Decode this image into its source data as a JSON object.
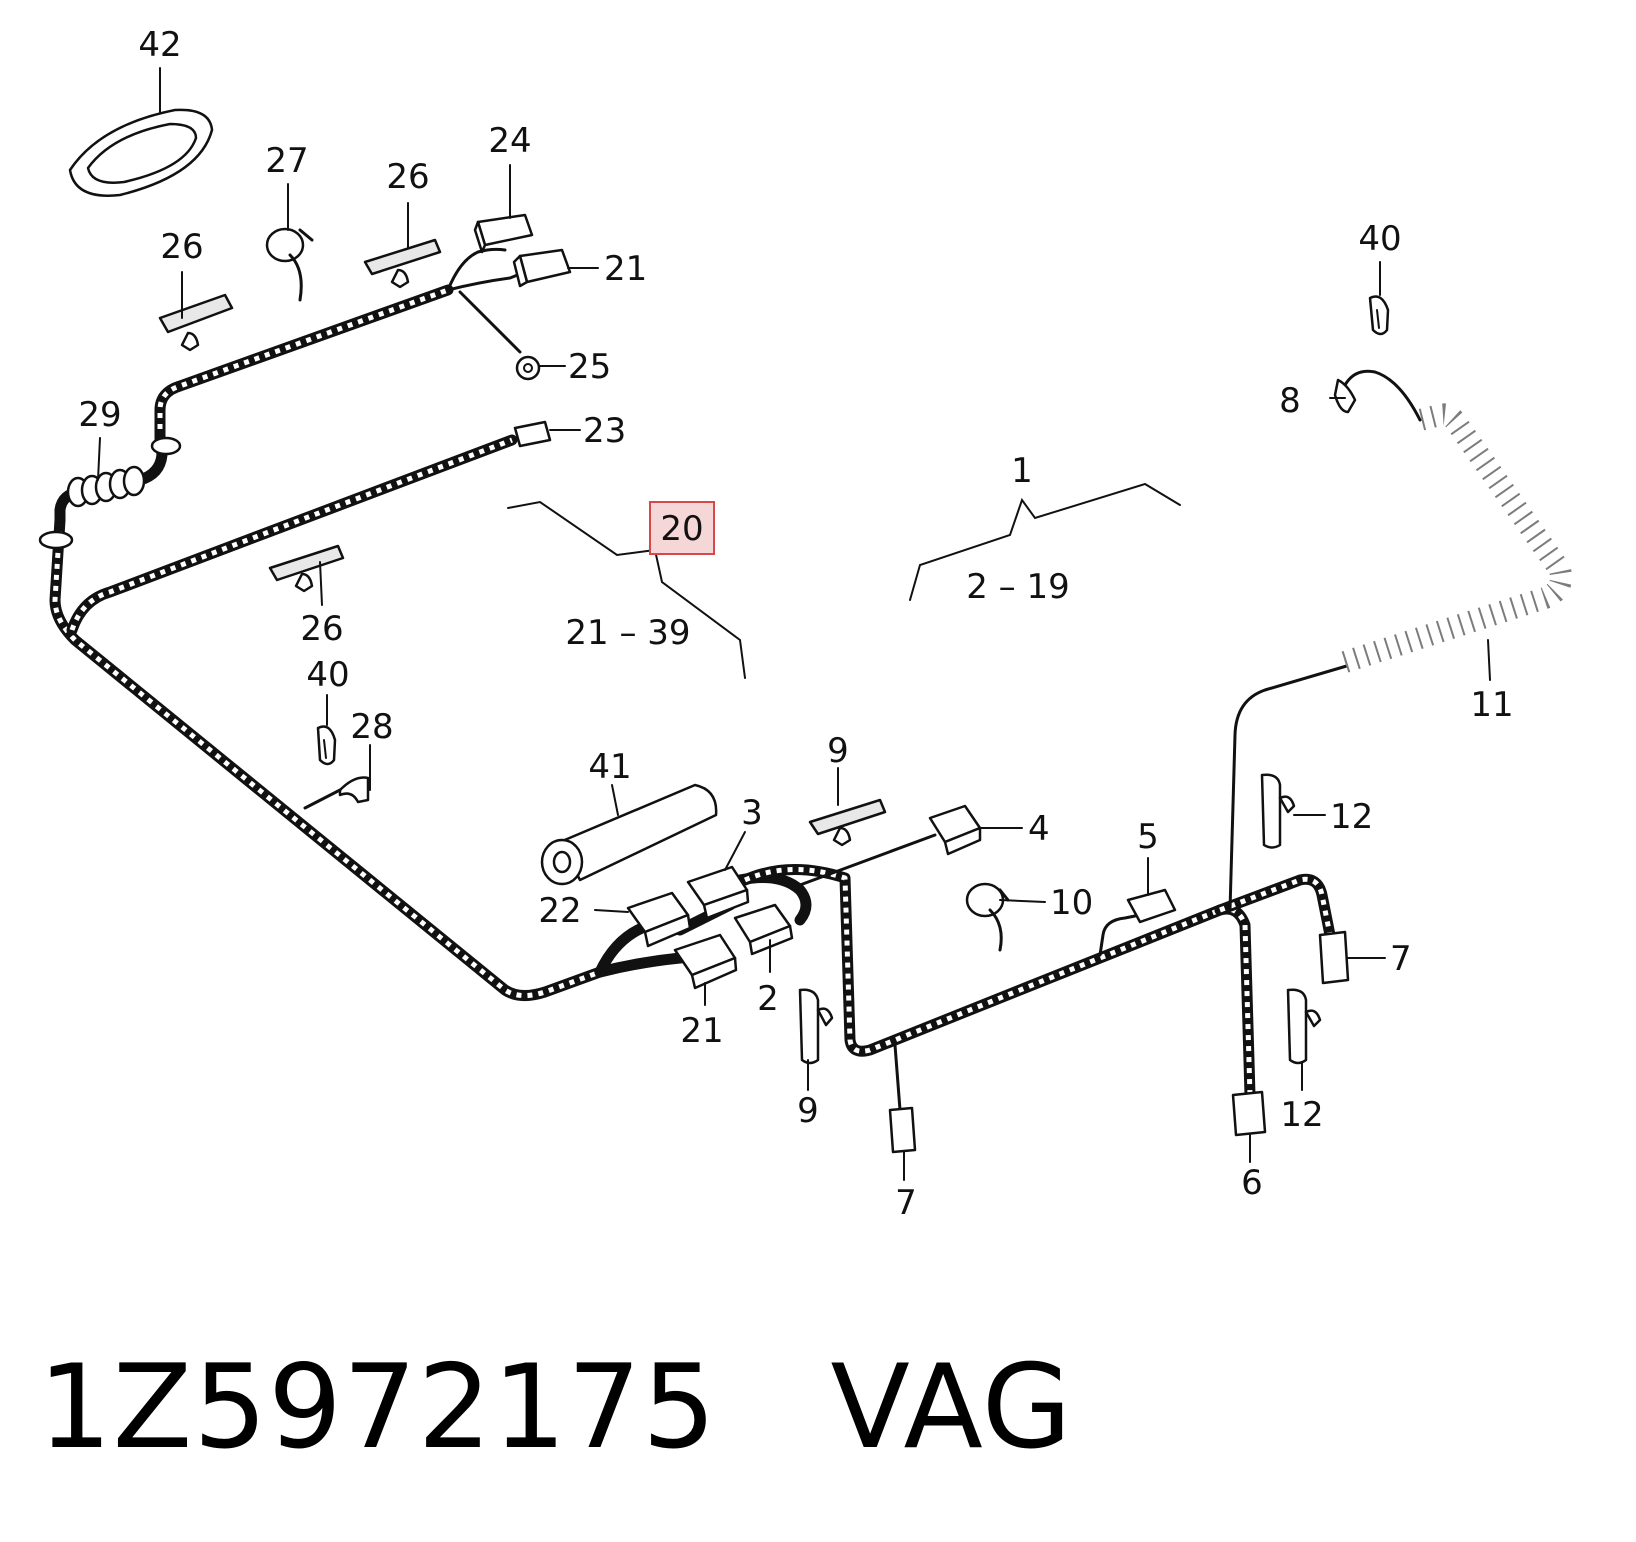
{
  "diagram": {
    "group_labels": {
      "main": "1",
      "main_range": "2 – 19",
      "sub": "20",
      "sub_range": "21 – 39"
    },
    "callouts": {
      "c42": "42",
      "c27": "27",
      "c26a": "26",
      "c24": "24",
      "c26b": "26",
      "c21a": "21",
      "c25": "25",
      "c29": "29",
      "c23": "23",
      "c26c": "26",
      "c40a": "40",
      "c28": "28",
      "c41": "41",
      "c3": "3",
      "c9a": "9",
      "c4": "4",
      "c22": "22",
      "c2": "2",
      "c21b": "21",
      "c10": "10",
      "c5": "5",
      "c9b": "9",
      "c7a": "7",
      "c40b": "40",
      "c8": "8",
      "c11": "11",
      "c12a": "12",
      "c7b": "7",
      "c12b": "12",
      "c6": "6"
    },
    "highlighted_label": "20"
  },
  "footer": {
    "part_number": "1Z5972175",
    "brand": "VAG"
  }
}
